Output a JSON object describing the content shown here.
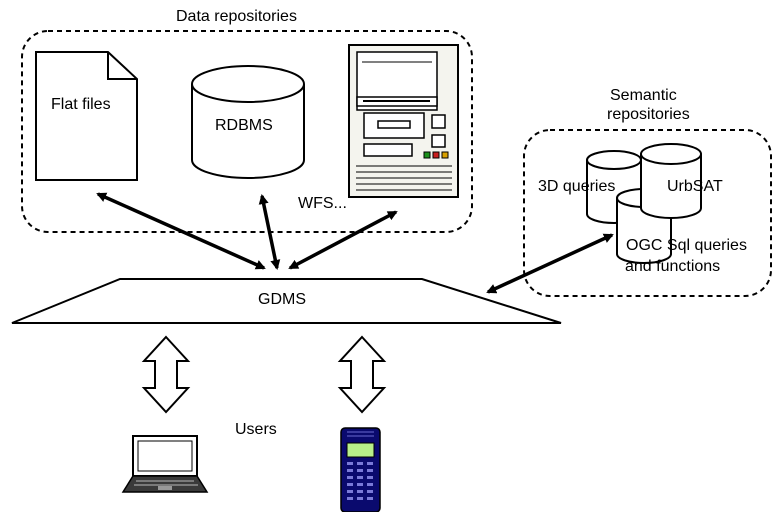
{
  "data_repositories": {
    "title": "Data repositories",
    "flat_files": "Flat files",
    "rdbms": "RDBMS",
    "wfs": "WFS..."
  },
  "semantic_repositories": {
    "title_line1": "Semantic",
    "title_line2": "repositories",
    "queries_3d": "3D queries",
    "urbsat": "UrbSAT",
    "ogc_line1": "OGC Sql queries",
    "ogc_line2": "and functions"
  },
  "gdms": {
    "label": "GDMS"
  },
  "users": {
    "label": "Users"
  },
  "colors": {
    "stroke": "#000000",
    "phone_body": "#0a0a6e",
    "phone_screen": "#b8f08a",
    "server_led_green": "#1a8f1a",
    "server_led_red": "#c81e1e",
    "server_led_amber": "#d8a000",
    "server_body": "#f4f4ee"
  }
}
